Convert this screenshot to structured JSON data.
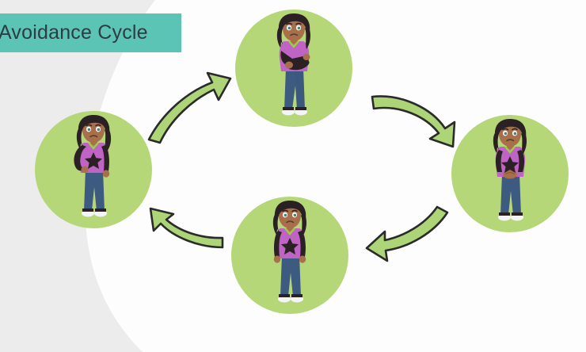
{
  "slide": {
    "background_color": "#fdfdfd",
    "accent_band_color": "#ececec"
  },
  "title": {
    "text": "Avoidance Cycle",
    "banner_color": "#5bc4b4",
    "text_color": "#2d3b43"
  },
  "palette": {
    "circle_green": "#b5d777",
    "arrow_fill": "#aed478",
    "arrow_outline": "#2b2b2b",
    "shirt_purple": "#b martial",
    "shirt": "#bf63c4",
    "jeans": "#3d5a80",
    "skin": "#a8704a",
    "hair": "#2b2023",
    "shoe": "#f2f2f2"
  },
  "cycle": {
    "name": "avoidance-cycle",
    "direction": "clockwise",
    "node_count": 4,
    "nodes": [
      {
        "id": "top",
        "position": "top",
        "character": "woman",
        "pose": "arms-crossed-hugging-self",
        "expression": "worried",
        "shirt": "purple-tee",
        "pants": "blue-jeans",
        "circle_color": "#b5d777"
      },
      {
        "id": "right",
        "position": "right",
        "character": "woman",
        "pose": "hands-clasped-in-front",
        "expression": "sad",
        "shirt": "purple-tee-with-star",
        "pants": "blue-jeans",
        "circle_color": "#b5d777"
      },
      {
        "id": "bottom",
        "position": "bottom",
        "character": "woman",
        "pose": "standing-arms-at-sides",
        "expression": "neutral-sad",
        "shirt": "purple-tee-with-star",
        "pants": "blue-jeans",
        "circle_color": "#b5d777"
      },
      {
        "id": "left",
        "position": "left",
        "character": "woman",
        "pose": "hand-on-hip",
        "expression": "worried",
        "shirt": "purple-tee-with-star",
        "pants": "blue-jeans",
        "circle_color": "#b5d777"
      }
    ],
    "arrows": [
      {
        "id": "left-to-top",
        "from": "left",
        "to": "top",
        "direction": "up-right",
        "color": "#aed478"
      },
      {
        "id": "top-to-right",
        "from": "top",
        "to": "right",
        "direction": "down-right",
        "color": "#aed478"
      },
      {
        "id": "right-to-bottom",
        "from": "right",
        "to": "bottom",
        "direction": "down-left",
        "color": "#aed478"
      },
      {
        "id": "bottom-to-left",
        "from": "bottom",
        "to": "left",
        "direction": "up-left",
        "color": "#aed478"
      }
    ]
  }
}
